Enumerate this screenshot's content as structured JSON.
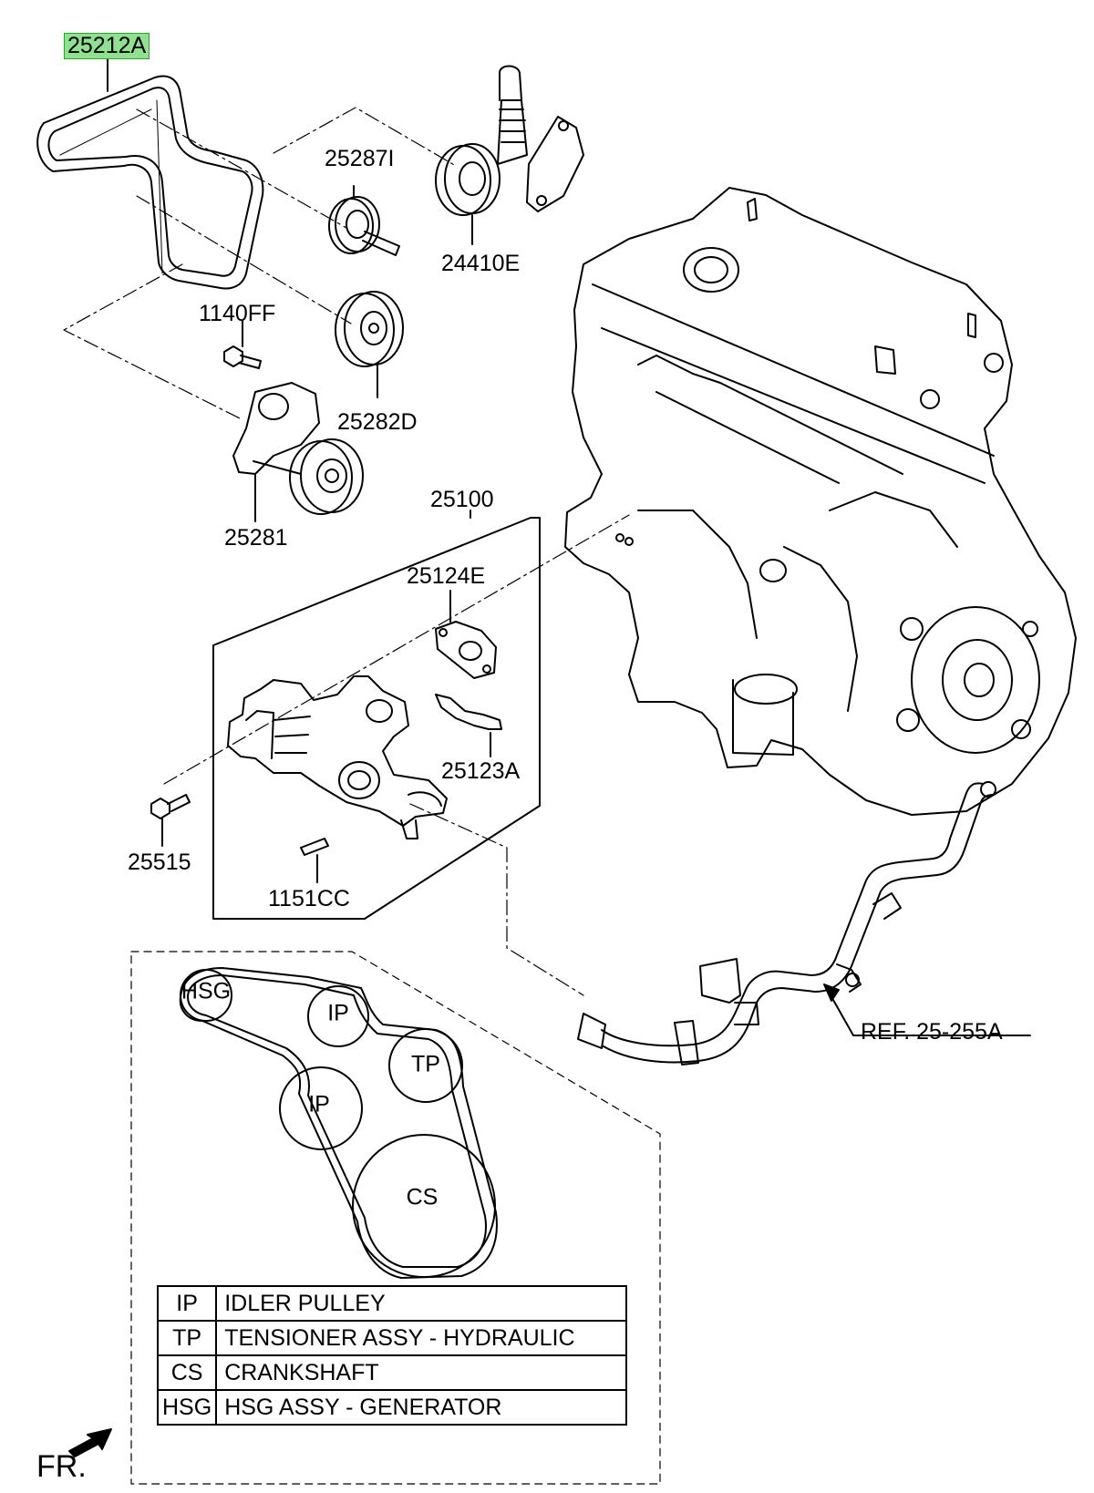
{
  "callouts": {
    "belt": "25212A",
    "idler_upper": "25287I",
    "tensioner_hydraulic": "24410E",
    "bolt_1140": "1140FF",
    "idler_lower": "25282D",
    "tensioner": "25281",
    "water_pump_assy": "25100",
    "gasket_e": "25124E",
    "gasket_a": "25123A",
    "bolt_25515": "25515",
    "pin": "1151CC",
    "ref": "REF. 25-255A"
  },
  "belt_routing": {
    "pulleys": [
      "HSG",
      "IP",
      "TP",
      "IP",
      "CS"
    ]
  },
  "legend": [
    {
      "code": "IP",
      "desc": "IDLER PULLEY"
    },
    {
      "code": "TP",
      "desc": "TENSIONER ASSY - HYDRAULIC"
    },
    {
      "code": "CS",
      "desc": "CRANKSHAFT"
    },
    {
      "code": "HSG",
      "desc": "HSG ASSY - GENERATOR"
    }
  ],
  "front_marker": "FR.",
  "colors": {
    "highlight": "#8fe08f",
    "line": "#000000"
  }
}
